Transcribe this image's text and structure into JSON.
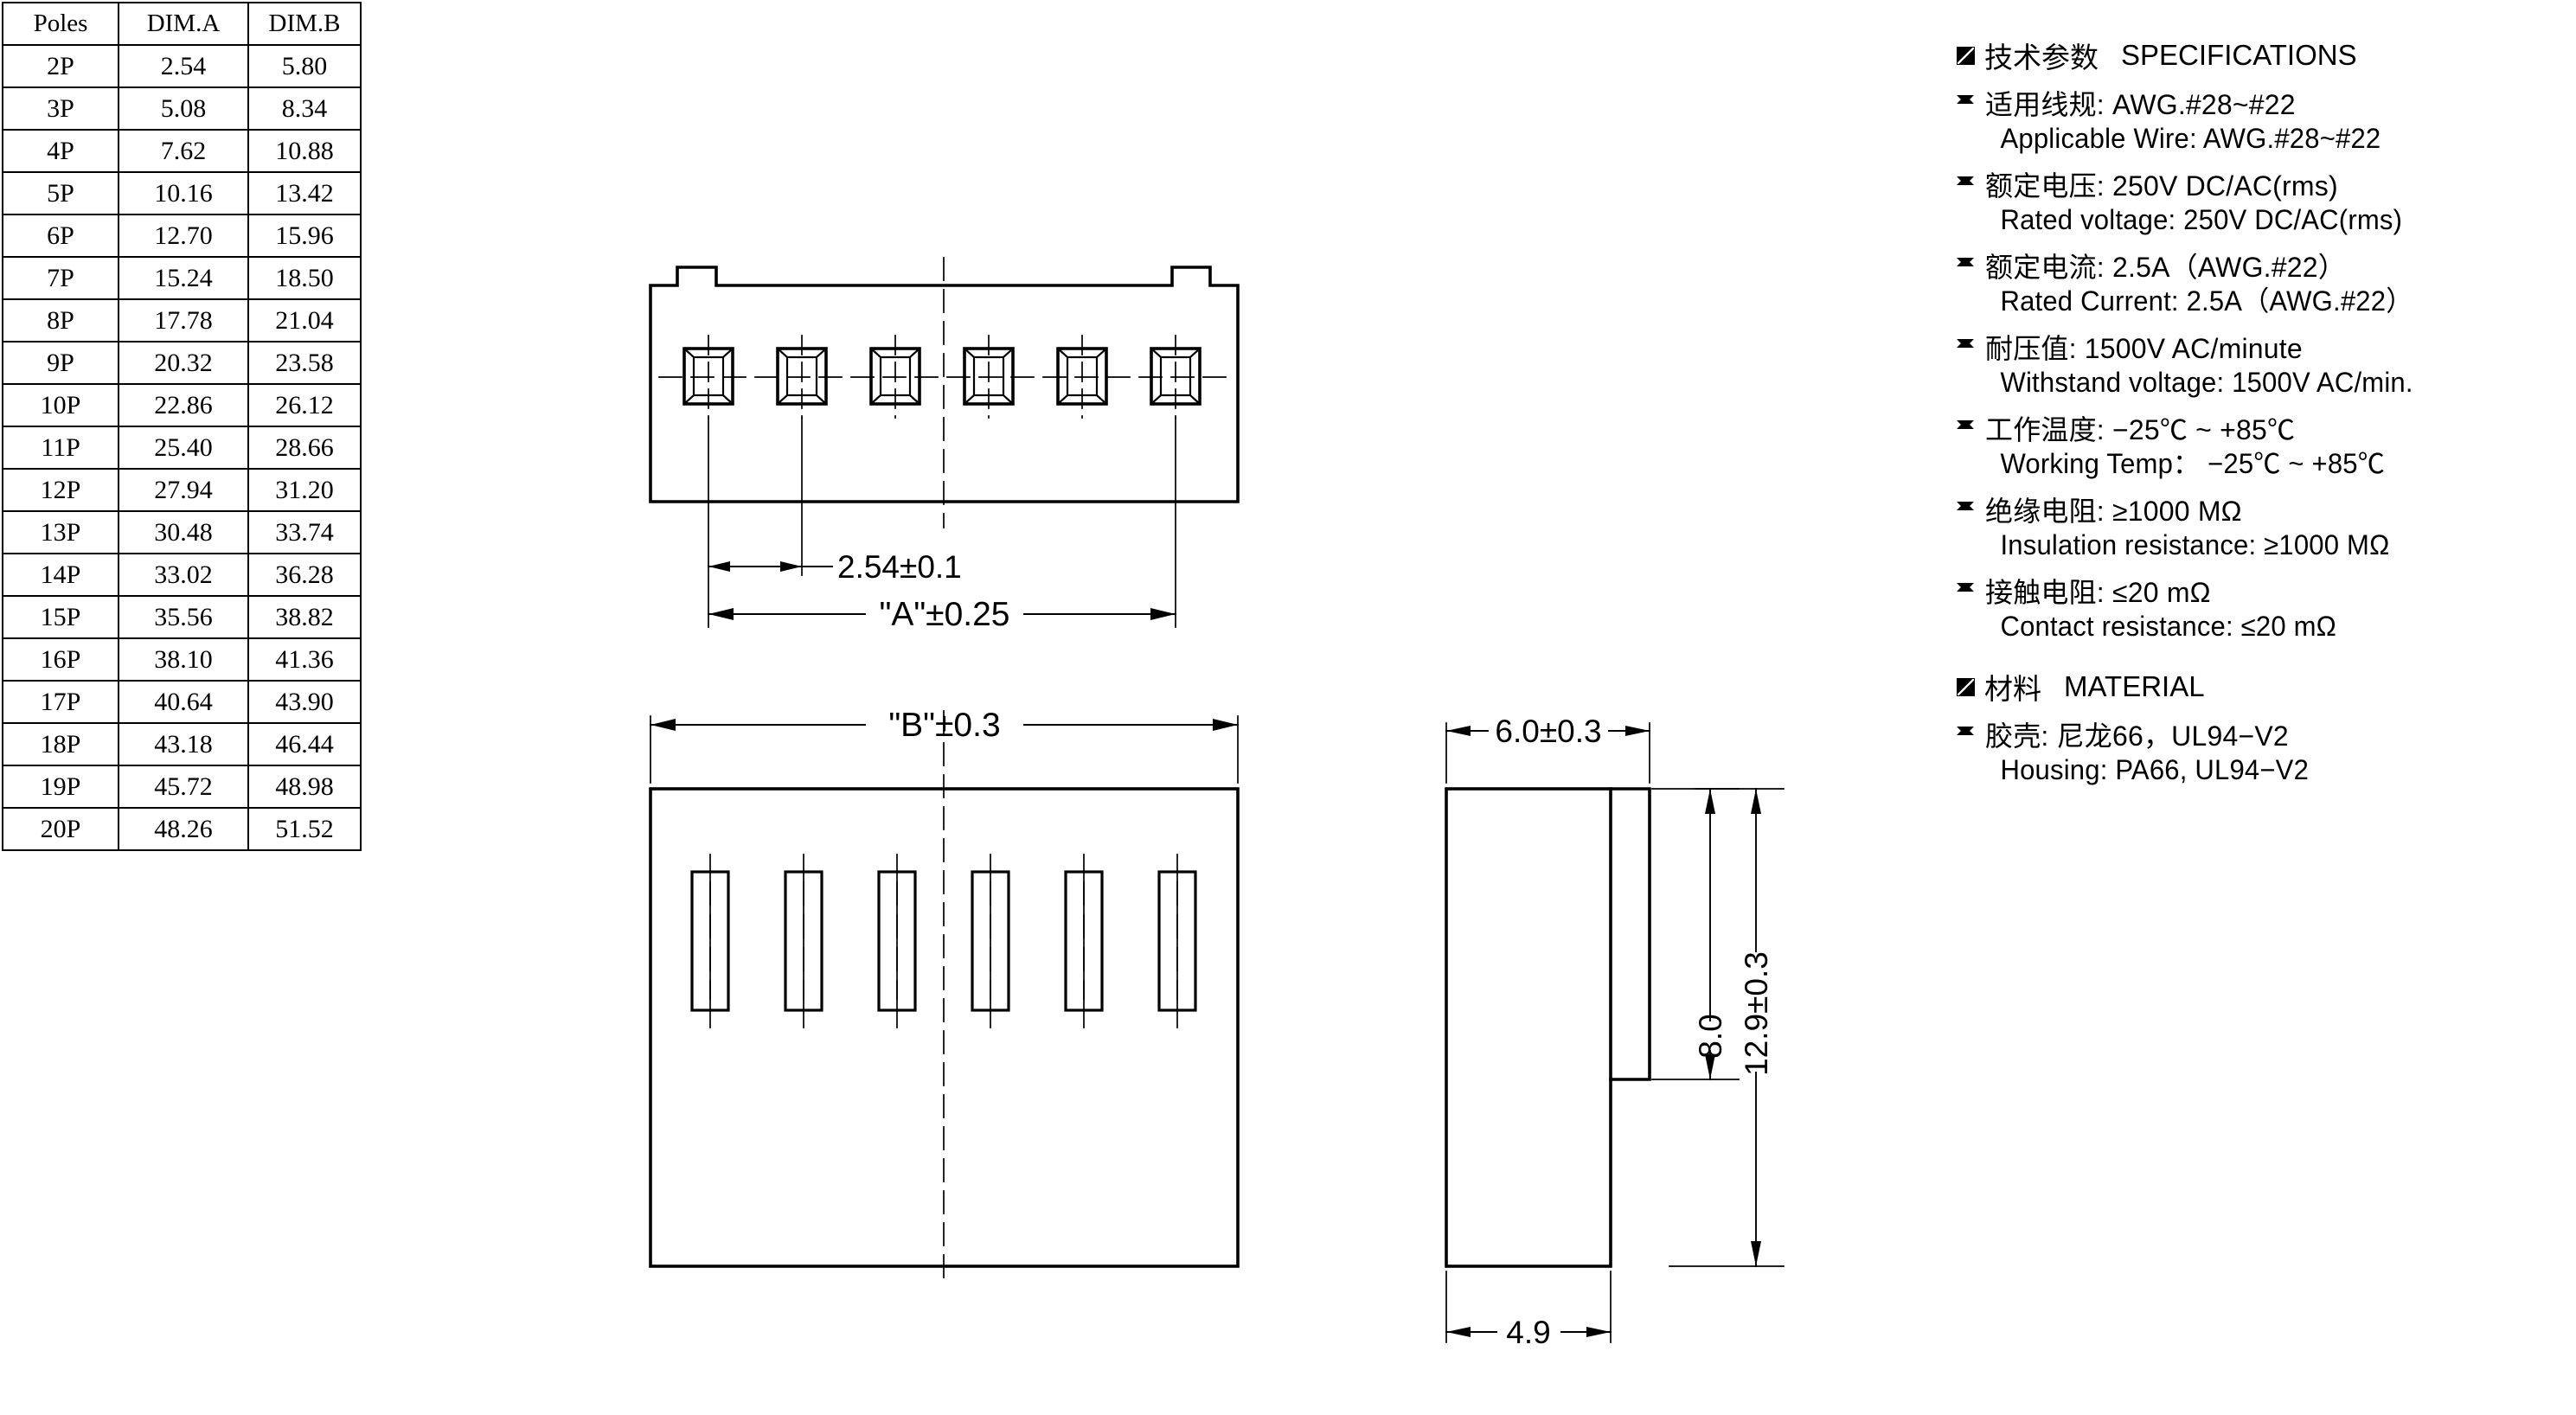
{
  "table": {
    "headers": [
      "Poles",
      "DIM.A",
      "DIM.B"
    ],
    "rows": [
      [
        "2P",
        "2.54",
        "5.80"
      ],
      [
        "3P",
        "5.08",
        "8.34"
      ],
      [
        "4P",
        "7.62",
        "10.88"
      ],
      [
        "5P",
        "10.16",
        "13.42"
      ],
      [
        "6P",
        "12.70",
        "15.96"
      ],
      [
        "7P",
        "15.24",
        "18.50"
      ],
      [
        "8P",
        "17.78",
        "21.04"
      ],
      [
        "9P",
        "20.32",
        "23.58"
      ],
      [
        "10P",
        "22.86",
        "26.12"
      ],
      [
        "11P",
        "25.40",
        "28.66"
      ],
      [
        "12P",
        "27.94",
        "31.20"
      ],
      [
        "13P",
        "30.48",
        "33.74"
      ],
      [
        "14P",
        "33.02",
        "36.28"
      ],
      [
        "15P",
        "35.56",
        "38.82"
      ],
      [
        "16P",
        "38.10",
        "41.36"
      ],
      [
        "17P",
        "40.64",
        "43.90"
      ],
      [
        "18P",
        "43.18",
        "46.44"
      ],
      [
        "19P",
        "45.72",
        "48.98"
      ],
      [
        "20P",
        "48.26",
        "51.52"
      ]
    ]
  },
  "specifications": {
    "heading_cn": "技术参数",
    "heading_en": "SPECIFICATIONS",
    "items": [
      {
        "cn": "适用线规:  AWG.#28~#22",
        "en": "Applicable  Wire:  AWG.#28~#22"
      },
      {
        "cn": "额定电压:  250V DC/AC(rms)",
        "en": "Rated  voltage:  250V DC/AC(rms)"
      },
      {
        "cn": "额定电流:  2.5A（AWG.#22）",
        "en": "Rated  Current:  2.5A（AWG.#22）"
      },
      {
        "cn": "耐压值:  1500V AC/minute",
        "en": "Withstand  voltage:  1500V AC/min."
      },
      {
        "cn": "工作温度:  −25℃ ~ +85℃",
        "en": "Working  Temp： −25℃ ~ +85℃"
      },
      {
        "cn": "绝缘电阻:    ≥1000 MΩ",
        "en": "Insulation  resistance:  ≥1000 MΩ"
      },
      {
        "cn": "接触电阻:  ≤20 mΩ",
        "en": "Contact  resistance:  ≤20 mΩ"
      }
    ]
  },
  "material": {
    "heading_cn": "材料",
    "heading_en": "MATERIAL",
    "items": [
      {
        "cn": "胶壳: 尼龙66，UL94−V2",
        "en": "Housing:  PA66, UL94−V2"
      }
    ]
  },
  "drawing": {
    "dimensions": {
      "pitch": "2.54±0.1",
      "dim_a": "\"A\"±0.25",
      "dim_b": "\"B\"±0.3",
      "depth": "6.0±0.3",
      "tab_height": "8.0",
      "total_height": "12.9±0.3",
      "body_depth": "4.9"
    },
    "pole_count": 6
  },
  "colors": {
    "line": "#000000",
    "background": "#ffffff"
  }
}
